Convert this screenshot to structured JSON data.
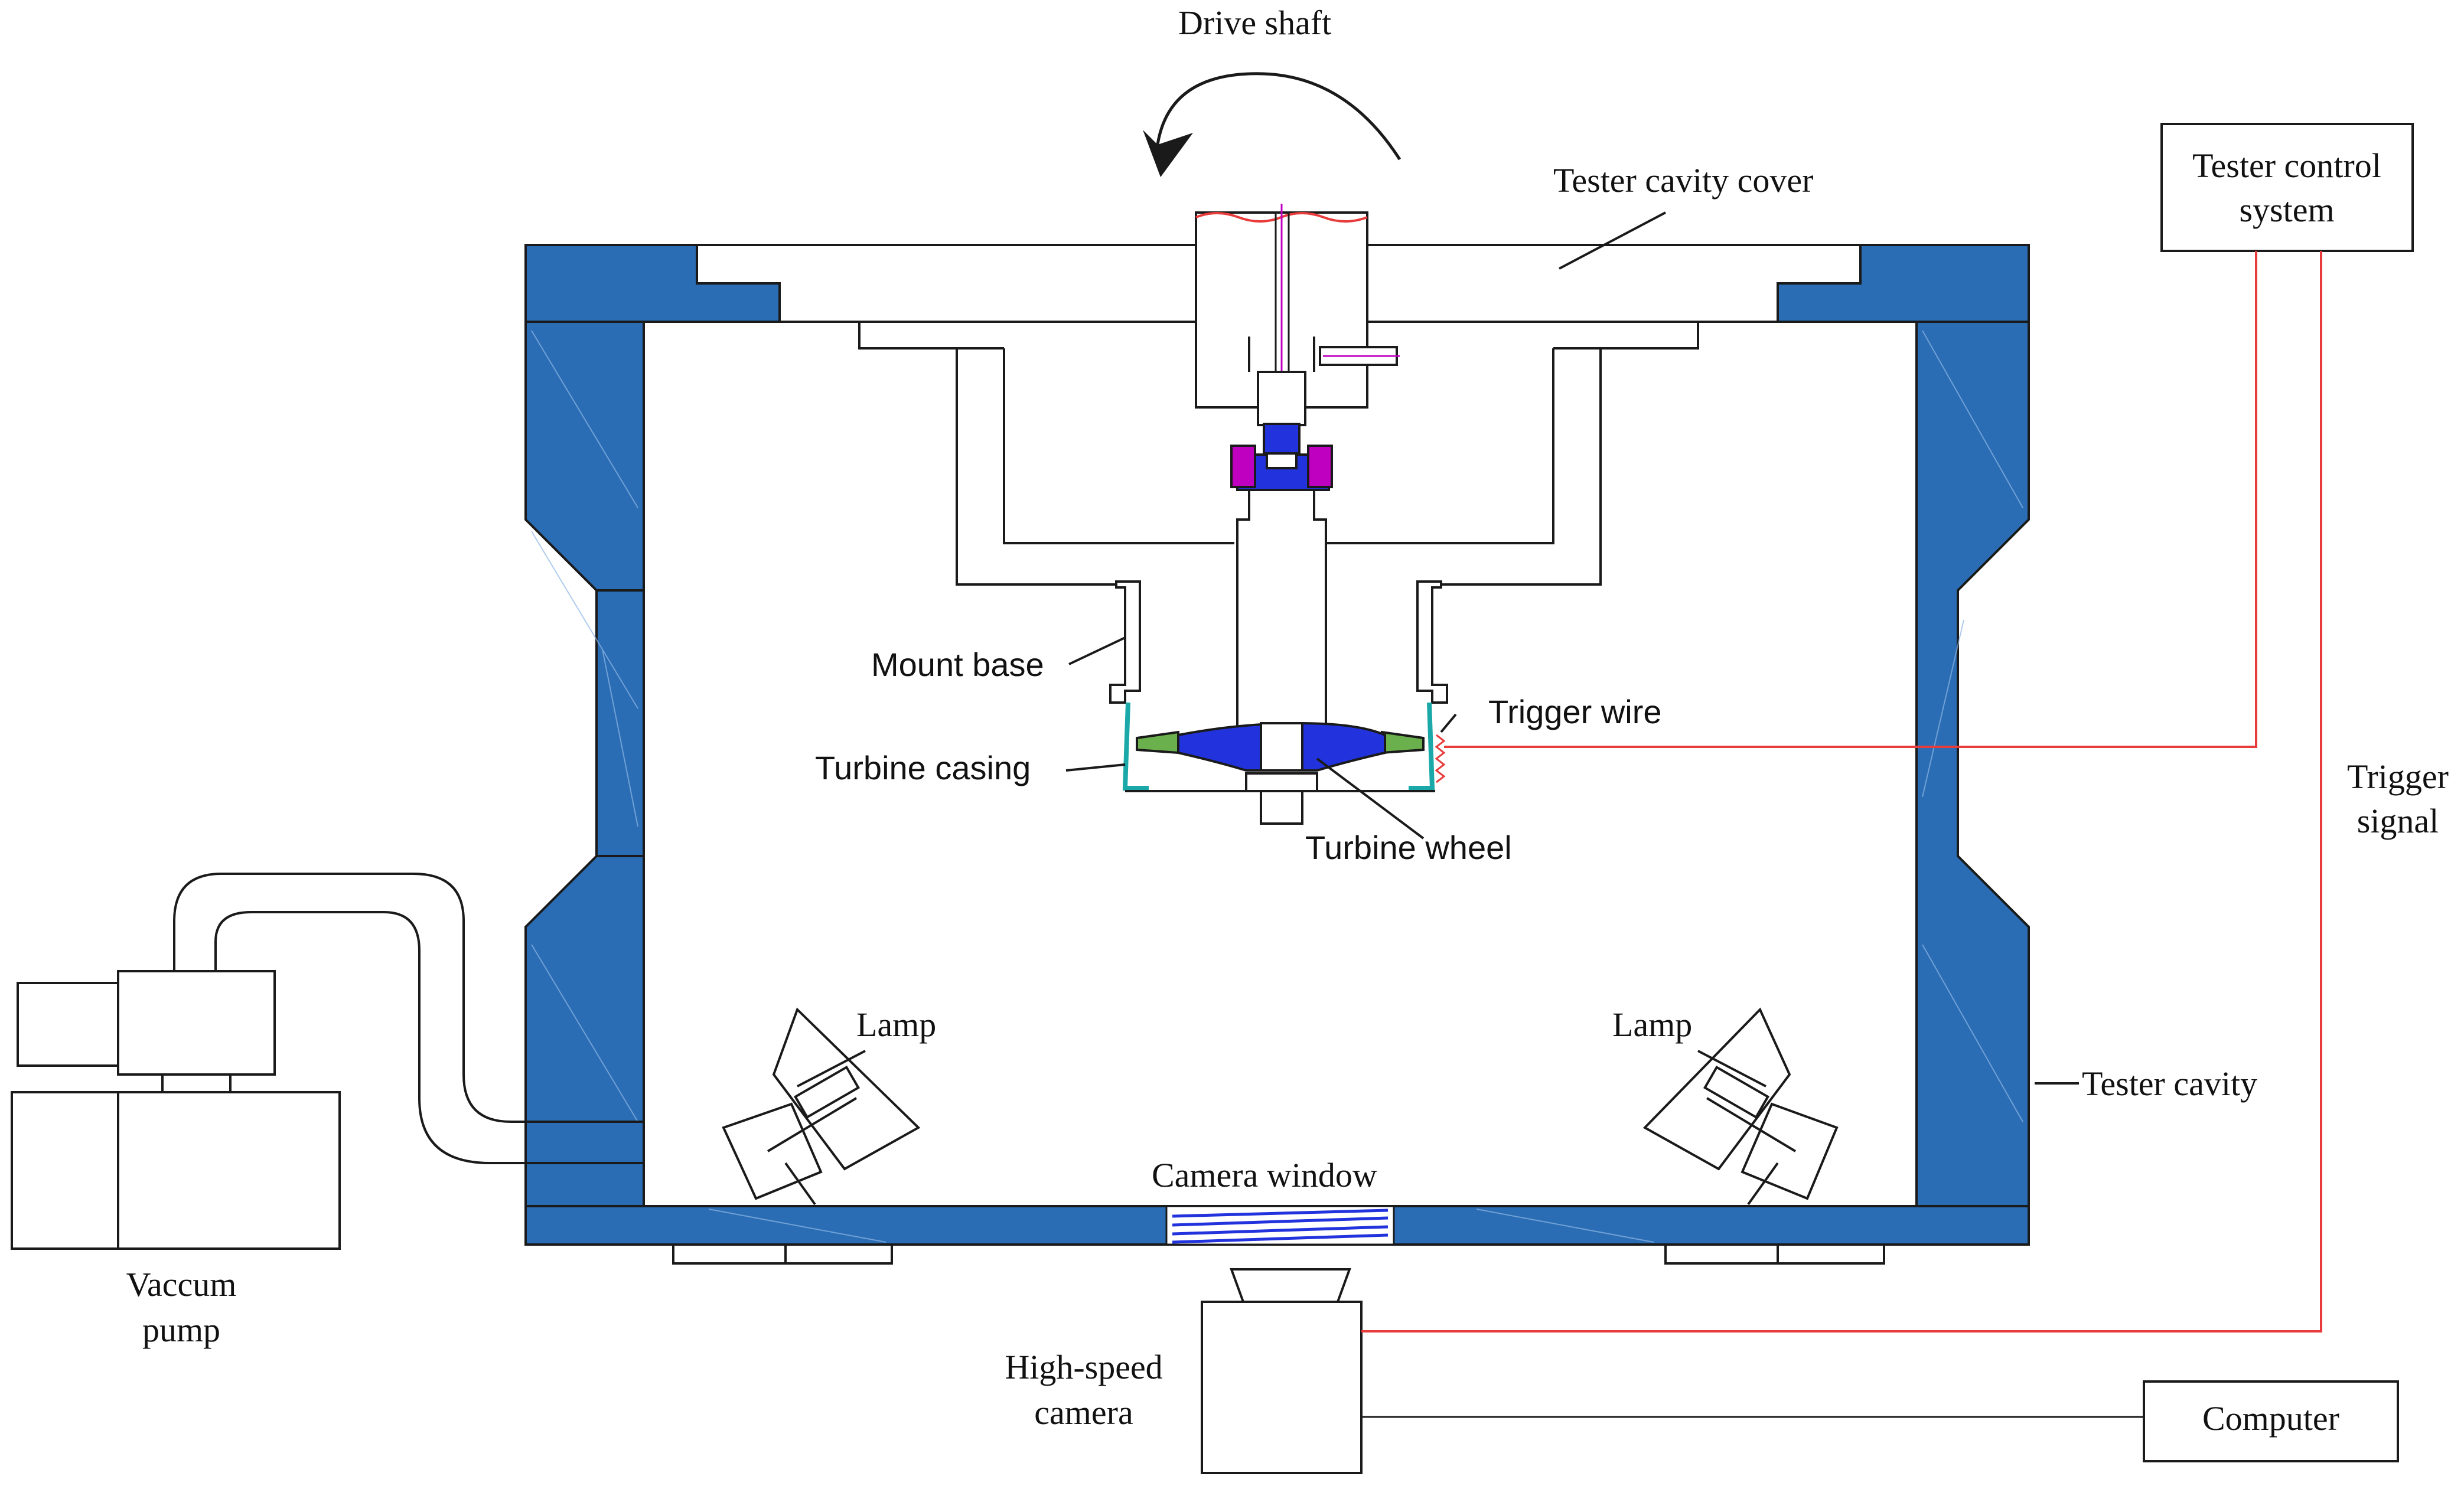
{
  "labels": {
    "drive_shaft": "Drive shaft",
    "tester_cavity_cover": "Tester cavity cover",
    "tester_control_system_line1": "Tester control",
    "tester_control_system_line2": "system",
    "mount_base": "Mount base",
    "trigger_wire": "Trigger wire",
    "turbine_casing": "Turbine casing",
    "turbine_wheel": "Turbine wheel",
    "trigger_signal_line1": "Trigger",
    "trigger_signal_line2": "signal",
    "lamp_left": "Lamp",
    "lamp_right": "Lamp",
    "tester_cavity": "Tester cavity",
    "camera_window": "Camera window",
    "vacuum_pump_line1": "Vaccum",
    "vacuum_pump_line2": "pump",
    "high_speed_camera_line1": "High-speed",
    "high_speed_camera_line2": "camera",
    "computer": "Computer"
  },
  "colors": {
    "cavity_wall": "#2a6db5",
    "wheel": "#2233dd",
    "signal_line": "#e83b3b",
    "outline": "#1a1a1a",
    "casing": "#1aa8a8",
    "nozzle": "#6ab04c",
    "hub": "#c000c0"
  }
}
